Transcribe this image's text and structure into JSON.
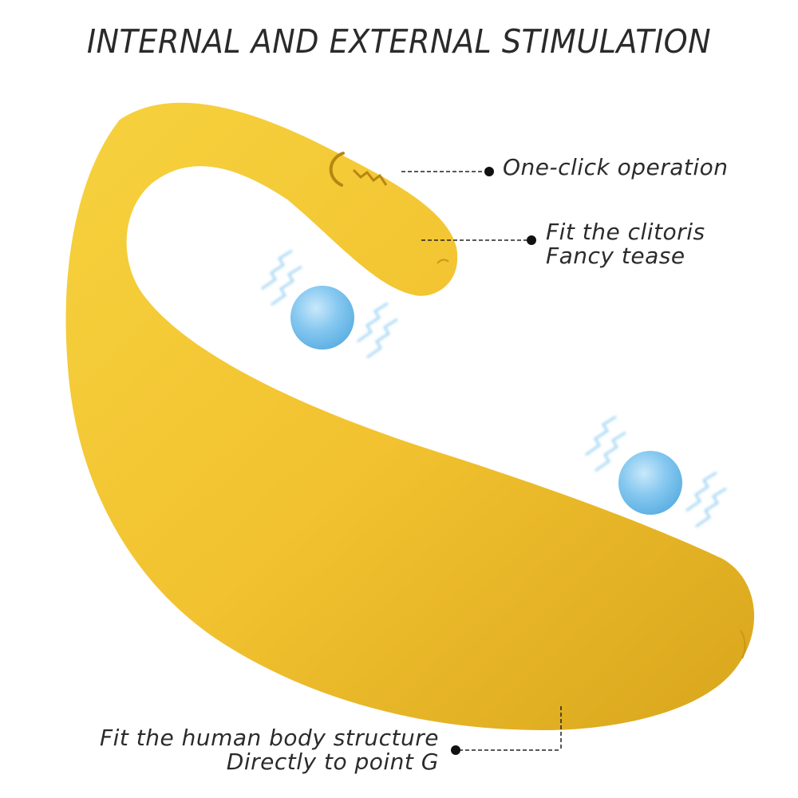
{
  "title": "INTERNAL AND EXTERNAL STIMULATION",
  "callouts": {
    "button": {
      "text": "One-click operation"
    },
    "tip": {
      "line1": "Fit the clitoris",
      "line2": "Fancy tease"
    },
    "body": {
      "line1": "Fit the human body structure",
      "line2": "Directly to point G"
    }
  },
  "colors": {
    "product": "#F2C230",
    "product_shadow": "#D9A81E",
    "ball": "#7CC3EE",
    "text": "#2b2b2b"
  },
  "icons": [
    "power-wave-icon",
    "vibration-ball-icon",
    "vibration-wave-icon"
  ]
}
